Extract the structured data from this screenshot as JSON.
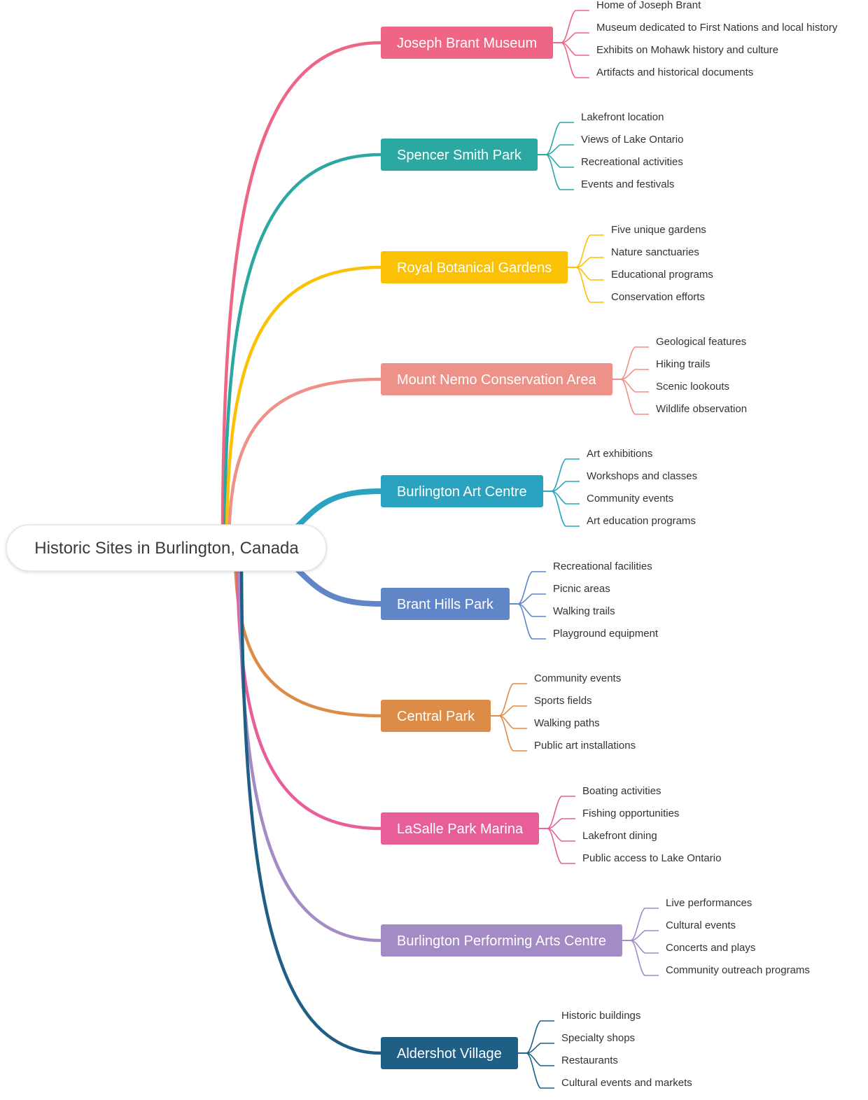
{
  "root": {
    "label": "Historic Sites in Burlington, Canada"
  },
  "branches": [
    {
      "label": "Joseph Brant Museum",
      "color": "#EF6585",
      "children": [
        "Home of Joseph Brant",
        "Museum dedicated to First Nations and local history",
        "Exhibits on Mohawk history and culture",
        "Artifacts and historical documents"
      ]
    },
    {
      "label": "Spencer Smith Park",
      "color": "#2BA8A2",
      "children": [
        "Lakefront location",
        "Views of Lake Ontario",
        "Recreational activities",
        "Events and festivals"
      ]
    },
    {
      "label": "Royal Botanical Gardens",
      "color": "#FBC105",
      "children": [
        "Five unique gardens",
        "Nature sanctuaries",
        "Educational programs",
        "Conservation efforts"
      ]
    },
    {
      "label": "Mount Nemo Conservation Area",
      "color": "#EE9188",
      "children": [
        "Geological features",
        "Hiking trails",
        "Scenic lookouts",
        "Wildlife observation"
      ]
    },
    {
      "label": "Burlington Art Centre",
      "color": "#2AA3C0",
      "children": [
        "Art exhibitions",
        "Workshops and classes",
        "Community events",
        "Art education programs"
      ]
    },
    {
      "label": "Brant Hills Park",
      "color": "#6186C8",
      "children": [
        "Recreational facilities",
        "Picnic areas",
        "Walking trails",
        "Playground equipment"
      ]
    },
    {
      "label": "Central Park",
      "color": "#DD8C48",
      "children": [
        "Community events",
        "Sports fields",
        "Walking paths",
        "Public art installations"
      ]
    },
    {
      "label": "LaSalle Park Marina",
      "color": "#E75E98",
      "children": [
        "Boating activities",
        "Fishing opportunities",
        "Lakefront dining",
        "Public access to Lake Ontario"
      ]
    },
    {
      "label": "Burlington Performing Arts Centre",
      "color": "#A38BC5",
      "children": [
        "Live performances",
        "Cultural events",
        "Concerts and plays",
        "Community outreach programs"
      ]
    },
    {
      "label": "Aldershot Village",
      "color": "#1F5F86",
      "children": [
        "Historic buildings",
        "Specialty shops",
        "Restaurants",
        "Cultural events and markets"
      ]
    }
  ]
}
